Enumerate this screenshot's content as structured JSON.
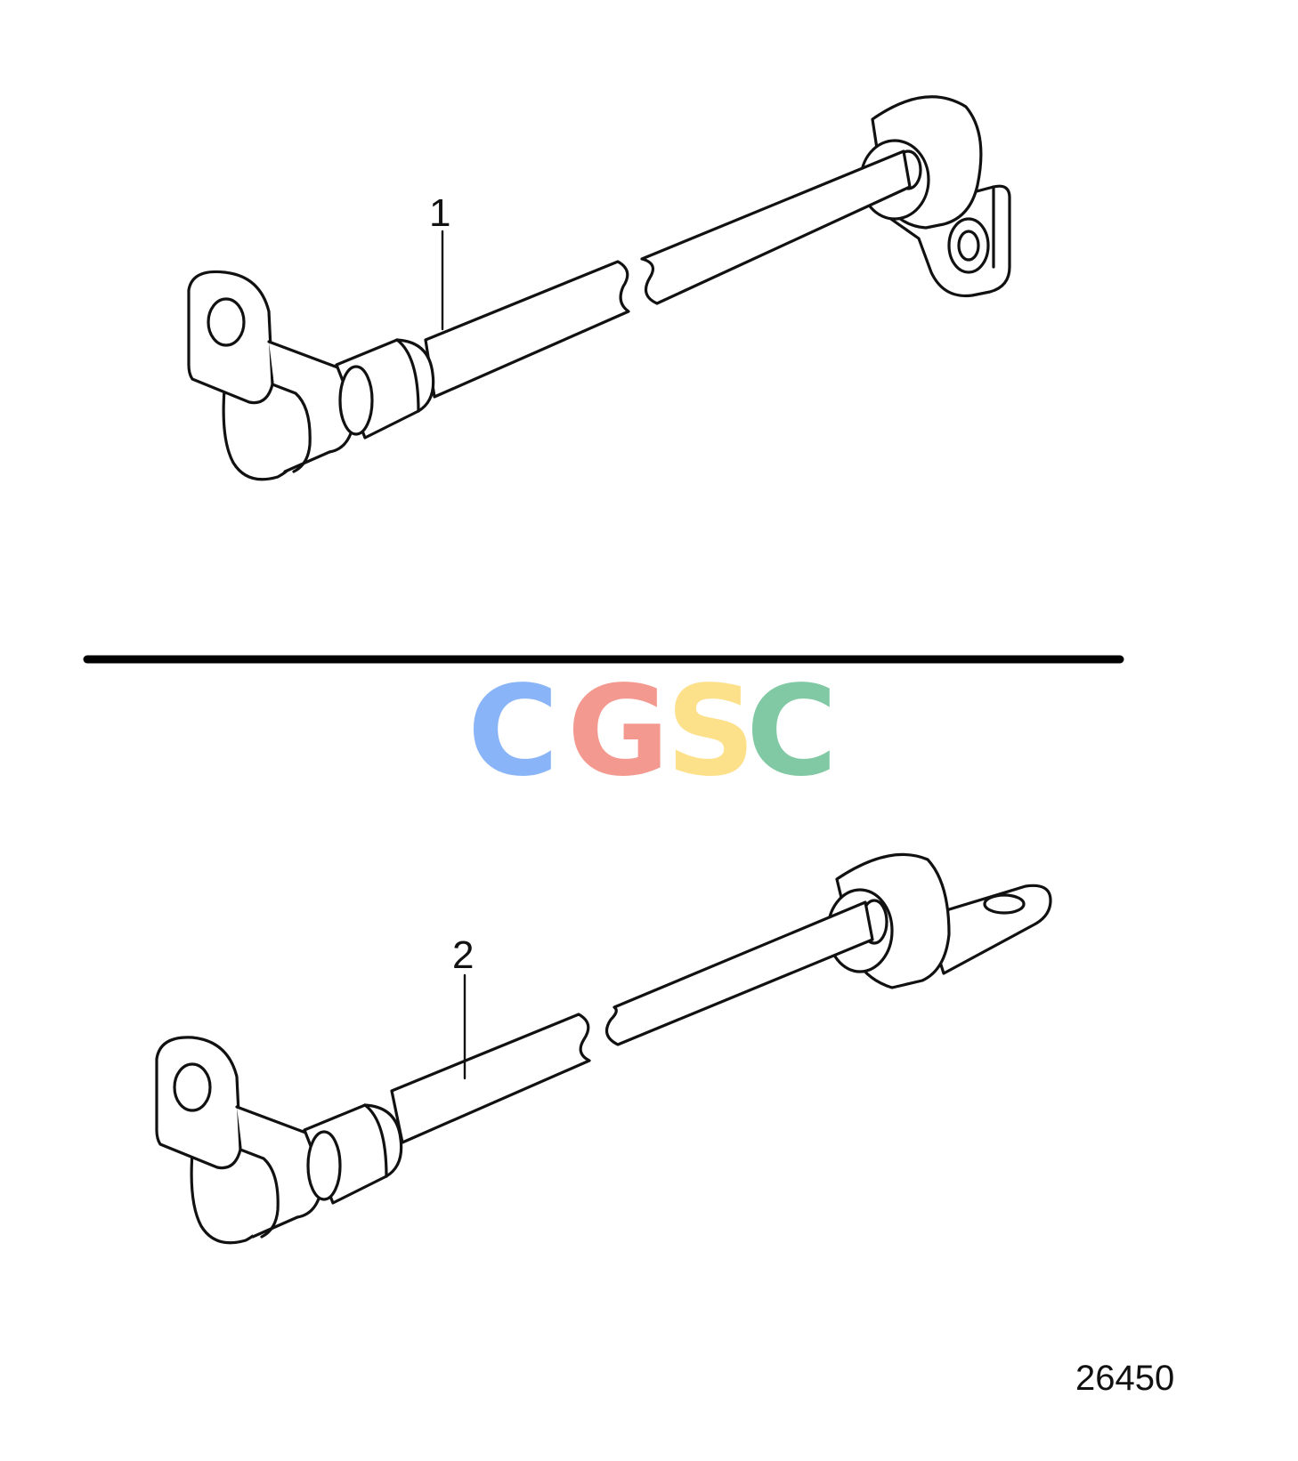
{
  "callouts": [
    {
      "label": "1"
    },
    {
      "label": "2"
    }
  ],
  "reference_number": "26450",
  "watermark": {
    "text": "CGSC",
    "colors": [
      "#8ab4f8",
      "#f4998f",
      "#fde08a",
      "#81c9a4"
    ]
  }
}
